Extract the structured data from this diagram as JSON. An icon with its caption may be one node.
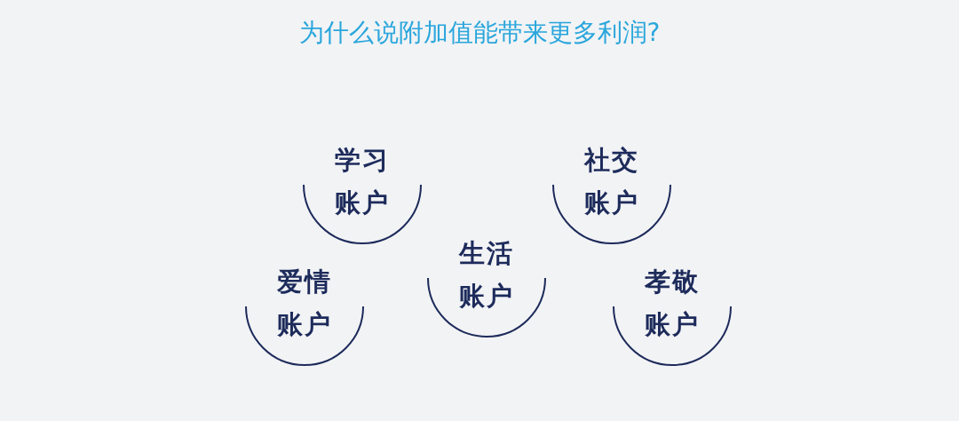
{
  "diagram": {
    "title": "为什么说附加值能带来更多利润?",
    "nodes": [
      {
        "text": [
          "学习账户"
        ]
      },
      {
        "text": [
          "社交账户"
        ]
      },
      {
        "text": [
          "生活账户"
        ]
      },
      {
        "text": [
          "爱情账户"
        ]
      },
      {
        "text": [
          "孝敬账户"
        ]
      }
    ]
  }
}
